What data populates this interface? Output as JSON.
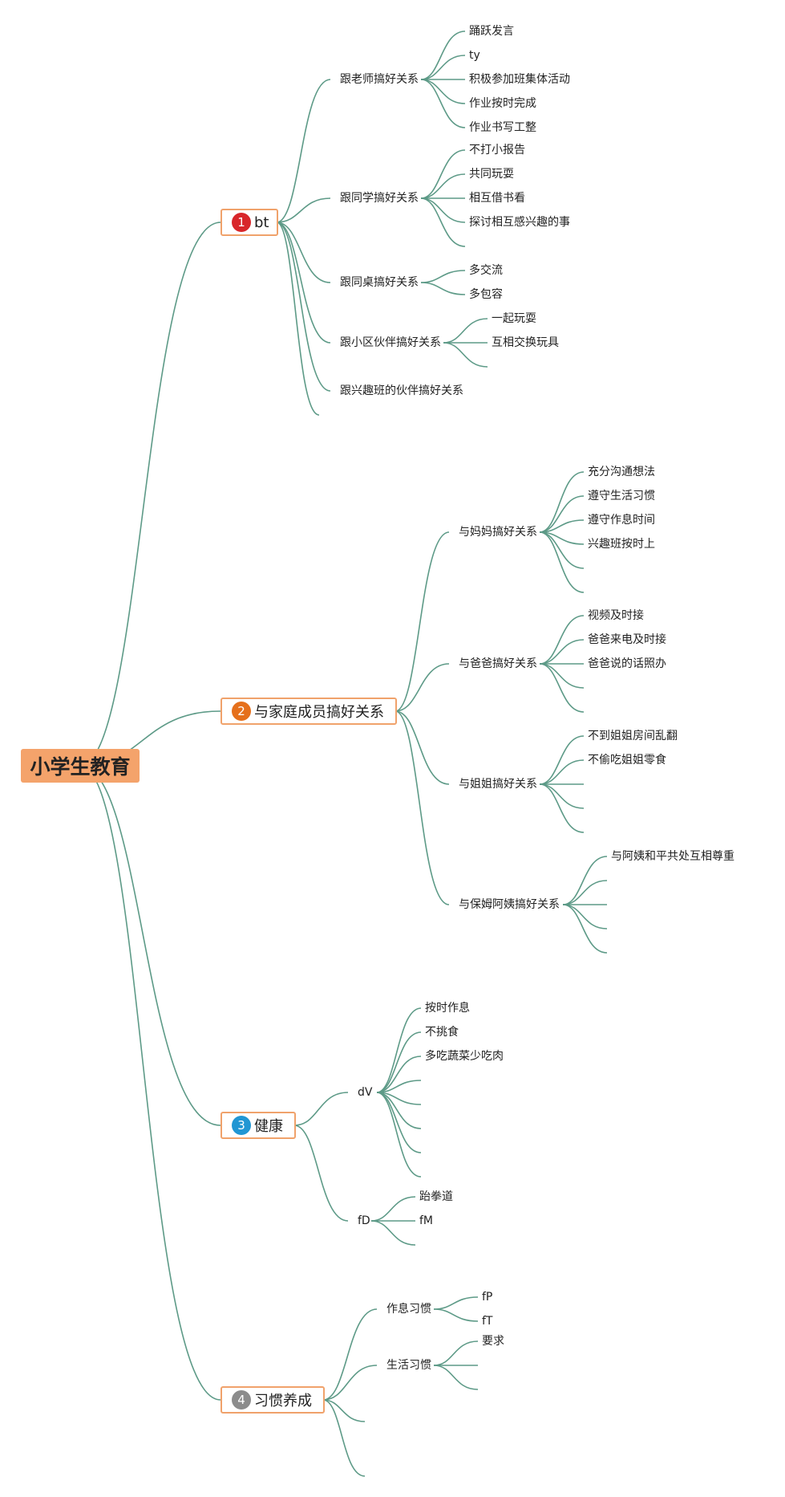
{
  "root": {
    "label": "小学生教育"
  },
  "branches": [
    {
      "number": "1",
      "label": "bt",
      "badge_color": "#d8262a",
      "children": [
        {
          "label": "跟老师搞好关系",
          "leaves": [
            "踊跃发言",
            "ty",
            "积极参加班集体活动",
            "作业按时完成",
            "作业书写工整"
          ]
        },
        {
          "label": "跟同学搞好关系",
          "leaves": [
            "不打小报告",
            "共同玩耍",
            "相互借书看",
            "探讨相互感兴趣的事",
            ""
          ]
        },
        {
          "label": "跟同桌搞好关系",
          "leaves": [
            "多交流",
            "多包容"
          ]
        },
        {
          "label": "跟小区伙伴搞好关系",
          "leaves": [
            "一起玩耍",
            "互相交换玩具",
            ""
          ]
        },
        {
          "label": "跟兴趣班的伙伴搞好关系",
          "leaves": []
        },
        {
          "label": "",
          "leaves": []
        }
      ]
    },
    {
      "number": "2",
      "label": "与家庭成员搞好关系",
      "badge_color": "#e5701c",
      "children": [
        {
          "label": "与妈妈搞好关系",
          "leaves": [
            "充分沟通想法",
            "遵守生活习惯",
            "遵守作息时间",
            "兴趣班按时上",
            "",
            ""
          ]
        },
        {
          "label": "与爸爸搞好关系",
          "leaves": [
            "视频及时接",
            "爸爸来电及时接",
            "爸爸说的话照办",
            "",
            ""
          ]
        },
        {
          "label": "与姐姐搞好关系",
          "leaves": [
            "不到姐姐房间乱翻",
            "不偷吃姐姐零食",
            "",
            "",
            ""
          ]
        },
        {
          "label": "与保姆阿姨搞好关系",
          "leaves": [
            "与阿姨和平共处互相尊重",
            "",
            "",
            "",
            ""
          ]
        }
      ]
    },
    {
      "number": "3",
      "label": "健康",
      "badge_color": "#2196d3",
      "children": [
        {
          "label": "dV",
          "leaves": [
            "按时作息",
            "不挑食",
            "多吃蔬菜少吃肉",
            "",
            "",
            "",
            "",
            ""
          ]
        },
        {
          "label": "fD",
          "leaves": [
            "跆拳道",
            "fM",
            ""
          ]
        }
      ]
    },
    {
      "number": "4",
      "label": "习惯养成",
      "badge_color": "#8c8c8c",
      "children": [
        {
          "label": "作息习惯",
          "leaves": [
            "fP",
            "fT"
          ]
        },
        {
          "label": "生活习惯",
          "leaves": [
            "要求",
            "",
            ""
          ]
        },
        {
          "label": "",
          "leaves": []
        },
        {
          "label": "",
          "leaves": []
        }
      ]
    }
  ]
}
